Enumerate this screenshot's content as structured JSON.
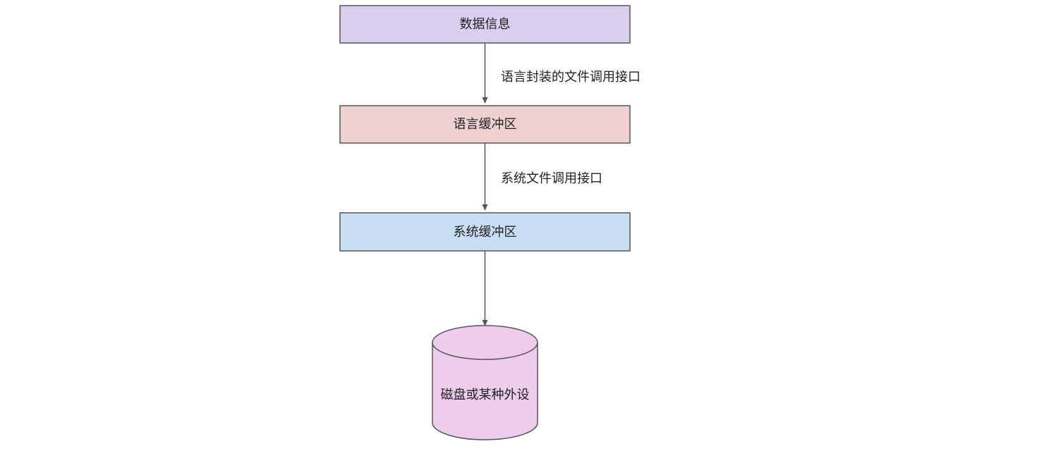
{
  "nodes": {
    "data_info": {
      "label": "数据信息",
      "fill": "#d9d0f0"
    },
    "lang_buffer": {
      "label": "语言缓冲区",
      "fill": "#efcfcf"
    },
    "sys_buffer": {
      "label": "系统缓冲区",
      "fill": "#c8def2"
    },
    "disk": {
      "label": "磁盘或某种外设",
      "fill": "#edcdeb"
    }
  },
  "edges": {
    "data_to_lang": {
      "label": "语言封装的文件调用接口"
    },
    "lang_to_sys": {
      "label": "系统文件调用接口"
    },
    "sys_to_disk": {
      "label": ""
    }
  },
  "colors": {
    "stroke": "#555555",
    "text": "#222222"
  }
}
